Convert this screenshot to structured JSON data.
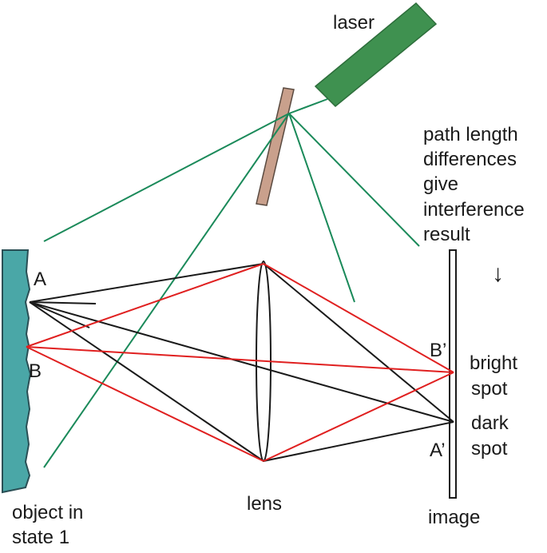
{
  "labels": {
    "laser": "laser",
    "path_note": [
      "path length",
      "differences",
      "give",
      "interference",
      "result"
    ],
    "point_a": "A",
    "point_b": "B",
    "point_b_prime": "B’",
    "point_a_prime": "A’",
    "bright_spot": [
      "bright",
      "spot"
    ],
    "dark_spot": [
      "dark",
      "spot"
    ],
    "object": [
      "object in",
      "state 1"
    ],
    "lens": "lens",
    "image": "image",
    "arrow": "↓"
  },
  "colors": {
    "laser": "#3f9150",
    "laser_beam": "#1b8a5a",
    "beam_splitter": "#c9a08c",
    "object_surface": "#4aa7a7",
    "ray_red": "#e02020",
    "ray_black": "#1a1a1a"
  }
}
